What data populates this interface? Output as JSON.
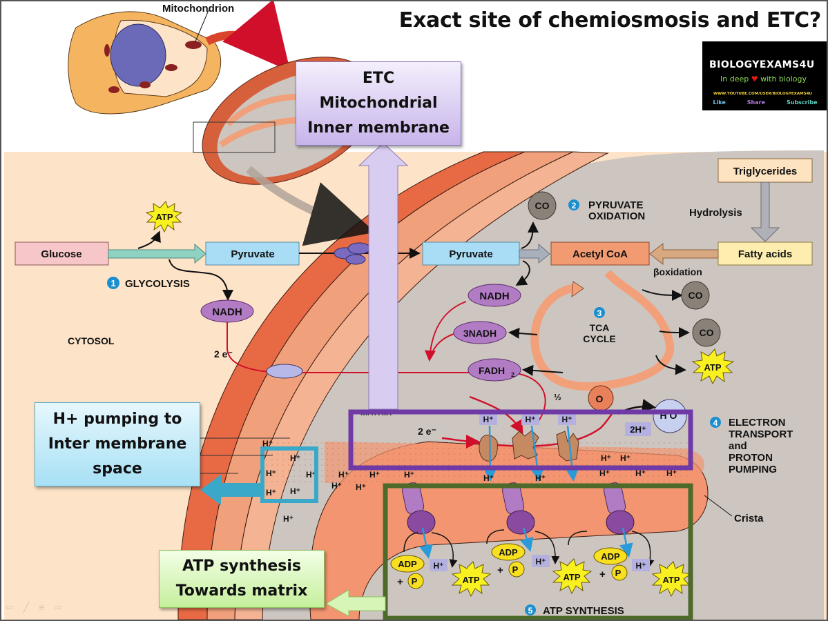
{
  "slide": {
    "title": "Exact site of chemiosmosis and ETC?",
    "cell_label": "Mitochondrion"
  },
  "logo": {
    "brand": "BIOLOGYEXAMS4U",
    "tagline_pre": "In deep",
    "tagline_post": "with biology",
    "url": "WWW.YOUTUBE.COM/USER/BIOLOGYEXAMS4U",
    "links": [
      "Like",
      "Share",
      "Subscribe"
    ],
    "link_colors": [
      "#6fc6e8",
      "#b57be0",
      "#5fd2c2"
    ]
  },
  "callouts": {
    "etc": [
      "ETC",
      "Mitochondrial",
      "Inner membrane"
    ],
    "h_pumping": [
      "H+ pumping to",
      "Inter membrane",
      "space"
    ],
    "atp_synthesis": [
      "ATP synthesis",
      "Towards matrix"
    ]
  },
  "diagram": {
    "cytosol": "CYTOSOL",
    "glucose": "Glucose",
    "pyruvate_cytosol": "Pyruvate",
    "pyruvate_matrix": "Pyruvate",
    "acetyl_coa": "Acetyl CoA",
    "triglycerides": "Triglycerides",
    "hydrolysis": "Hydrolysis",
    "fatty_acids": "Fatty acids",
    "beta_oxidation": "βoxidation",
    "atp": "ATP",
    "nadh": "NADH",
    "three_nadh": "3NADH",
    "fadh2": "FADH",
    "co2": "CO",
    "two_e": "2 e⁻",
    "half_o2": "½",
    "o2": "O",
    "h2o": "H O",
    "two_h_plus": "2H⁺",
    "h_plus": "H⁺",
    "adp": "ADP",
    "pi": "P",
    "matrix": "MATRIX",
    "crista": "Crista",
    "steps": [
      {
        "num": "1",
        "label": "GLYCOLYSIS"
      },
      {
        "num": "2",
        "label": "PYRUVATE",
        "label2": "OXIDATION"
      },
      {
        "num": "3",
        "label": "TCA",
        "label2": "CYCLE"
      },
      {
        "num": "4",
        "label": "ELECTRON",
        "label2": "TRANSPORT",
        "label3": "and",
        "label4": "PROTON",
        "label5": "PUMPING"
      },
      {
        "num": "5",
        "label": "ATP SYNTHESIS"
      }
    ]
  },
  "colors": {
    "etc_box": "#6f3aa6",
    "atp_box": "#4e6a2a",
    "hpump_box": "#3aa8c8",
    "step_badge": "#1a8fd0"
  },
  "nav": [
    "⇦",
    "╱",
    "≡",
    "⇨"
  ]
}
